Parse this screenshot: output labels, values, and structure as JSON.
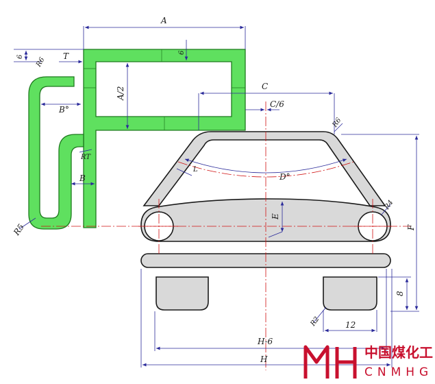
{
  "dimensions": {
    "A": "A",
    "A_half": "A/2",
    "six_top": "6",
    "six_small": "6",
    "R6_left": "R6",
    "T": "T",
    "B_deg": "B°",
    "RT": "RT",
    "B": "B",
    "R5": "R5",
    "C": "C",
    "C_6": "C/6",
    "R6_roof": "R6",
    "D_deg": "D°",
    "L": "L",
    "E": "E",
    "R4": "R4",
    "F": "F",
    "eight": "8",
    "R2": "R2",
    "twelve": "12",
    "H_6": "H-6",
    "H": "H"
  },
  "brand": {
    "chinese": "中国煤化工",
    "english": "CNMHG"
  },
  "colors": {
    "pump_fill": "#5fe05f",
    "pump_stroke": "#1e7a1e",
    "car_fill": "#d9d9d9",
    "centerline": "#d01010",
    "dim_line": "#3a3ac8",
    "brand_red": "#c8102e"
  }
}
